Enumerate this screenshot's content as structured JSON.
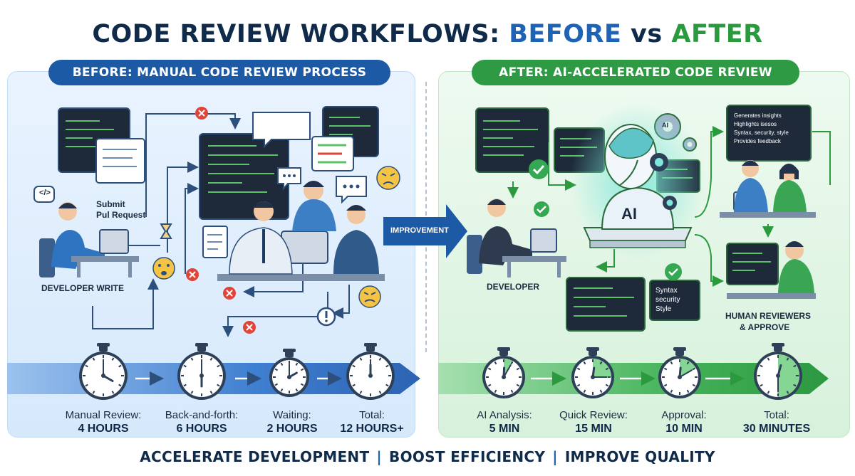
{
  "title": {
    "prefix": "CODE REVIEW WORKFLOWS: ",
    "before_word": "BEFORE",
    "vs": " vs ",
    "after_word": "AFTER"
  },
  "before": {
    "header": "BEFORE: MANUAL CODE REVIEW PROCESS",
    "labels": {
      "submit_line1": "Submit",
      "submit_line2": "Pul Request",
      "developer": "DEVELOPER WRITE",
      "code_tag": "</>"
    },
    "stages": [
      {
        "name": "Manual Review:",
        "value": "4 HOURS",
        "minutes": 240
      },
      {
        "name": "Back-and-forth:",
        "value": "6 HOURS",
        "minutes": 360
      },
      {
        "name": "Waiting:",
        "value": "2 HOURS",
        "minutes": 120
      },
      {
        "name": "Total:",
        "value": "12 HOURS+",
        "minutes": 720
      }
    ]
  },
  "transition": {
    "label": "IMPROVEMENT"
  },
  "after": {
    "header": "AFTER: AI-ACCELERATED CODE REVIEW",
    "labels": {
      "ai": "AI",
      "ai_small": "AI",
      "developer": "DEVELOPER",
      "checks": [
        "Syntax",
        "security",
        "Style"
      ],
      "insights": [
        "Generates insights",
        "Highlights isesos",
        "Syntax, security, style",
        "Provides feedback"
      ],
      "reviewers_line1": "HUMAN REVIEWERS",
      "reviewers_line2": "& APPROVE"
    },
    "stages": [
      {
        "name": "AI Analysis:",
        "value": "5 MIN",
        "minutes": 5
      },
      {
        "name": "Quick Review:",
        "value": "15 MIN",
        "minutes": 15
      },
      {
        "name": "Approval:",
        "value": "10 MIN",
        "minutes": 10
      },
      {
        "name": "Total:",
        "value": "30 MINUTES",
        "minutes": 30
      }
    ]
  },
  "footer": {
    "items": [
      "ACCELERATE DEVELOPMENT",
      "BOOST EFFICIENCY",
      "IMPROVE QUALITY"
    ],
    "separator": "|"
  },
  "colors": {
    "navy": "#102a4a",
    "blue": "#1f63b5",
    "green": "#2b9a3f",
    "red": "#e0453a",
    "screen": "#1e2a3a"
  }
}
